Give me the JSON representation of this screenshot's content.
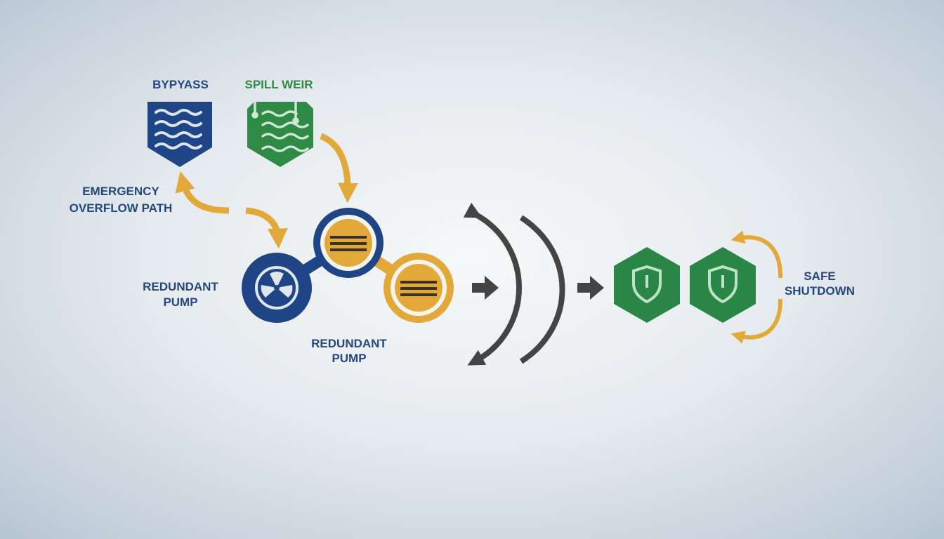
{
  "colors": {
    "blue": "#1f4586",
    "green": "#2e8a45",
    "orange": "#e2a93a",
    "dark": "#444444",
    "text_blue": "#25467f",
    "text_green": "#2e8a45"
  },
  "labels": {
    "bypass": "BYPYASS",
    "spill_weir": "SPILL WEIR",
    "emergency_line1": "EMERGENCY",
    "emergency_line2": "OVERFLOW PATH",
    "pump1_line1": "REDUNDANT",
    "pump1_line2": "PUMP",
    "pump2_line1": "REDUNDANT",
    "pump2_line2": "PUMP",
    "safe_line1": "SAFE",
    "safe_line2": "SHUTDOWN"
  },
  "icons": [
    "waves-shield-icon",
    "spill-weir-icon",
    "fan-pump-icon",
    "pump-lines-icon",
    "shield-icon"
  ]
}
